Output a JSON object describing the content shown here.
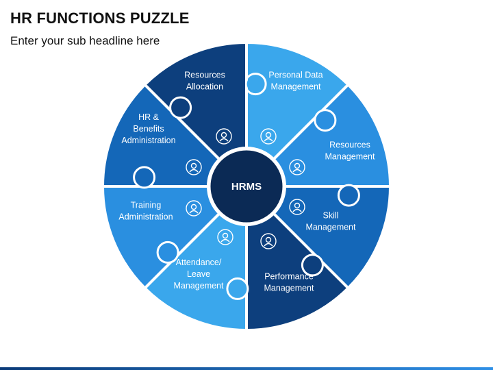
{
  "header": {
    "title": "HR FUNCTIONS PUZZLE",
    "subtitle": "Enter your sub headline here"
  },
  "hub": {
    "label": "HRMS",
    "color": "#0b2a55"
  },
  "segments": [
    {
      "lines": [
        "Personal Data",
        "Management"
      ],
      "color": "#3aa7ec",
      "icon": "gear-person-icon"
    },
    {
      "lines": [
        "Resources",
        "Management"
      ],
      "color": "#2a8fe0",
      "icon": "gear-search-icon"
    },
    {
      "lines": [
        "Skill",
        "Management"
      ],
      "color": "#1467b8",
      "icon": "document-person-icon"
    },
    {
      "lines": [
        "Performance",
        "Management"
      ],
      "color": "#0d3f7d",
      "icon": "speedometer-gear-icon"
    },
    {
      "lines": [
        "Attendance/",
        "Leave",
        "Management"
      ],
      "color": "#3aa7ec",
      "icon": "clipboard-person-icon"
    },
    {
      "lines": [
        "Training",
        "Administration"
      ],
      "color": "#2a8fe0",
      "icon": "training-board-icon"
    },
    {
      "lines": [
        "HR &",
        "Benefits",
        "Administration"
      ],
      "color": "#1467b8",
      "icon": "hands-chart-icon"
    },
    {
      "lines": [
        "Resources",
        "Allocation"
      ],
      "color": "#0d3f7d",
      "icon": "people-money-icon"
    }
  ]
}
